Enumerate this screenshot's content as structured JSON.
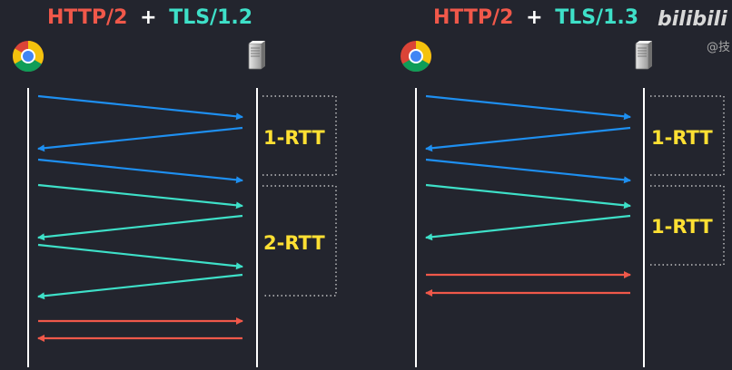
{
  "colors": {
    "background": "#23252e",
    "http": "#f0584a",
    "tls": "#3ee0c8",
    "plus": "#ffffff",
    "rtt_label": "#ffe033",
    "arrow_blue": "#1e8ff0",
    "arrow_teal": "#3ee0c8",
    "arrow_red": "#f0584a",
    "timeline": "#ffffff",
    "bracket": "#e0e0e0"
  },
  "panels": [
    {
      "title": {
        "http": "HTTP/2",
        "plus": "+",
        "tls": "TLS/1.2"
      },
      "client_icon": "chrome-icon",
      "server_icon": "server-icon",
      "rtt_labels": [
        "1-RTT",
        "2-RTT"
      ]
    },
    {
      "title": {
        "http": "HTTP/2",
        "plus": "+",
        "tls": "TLS/1.3"
      },
      "client_icon": "chrome-icon",
      "server_icon": "server-icon",
      "rtt_labels": [
        "1-RTT",
        "1-RTT"
      ]
    }
  ],
  "watermark": {
    "logo": "bilibili",
    "handle": "@技"
  }
}
